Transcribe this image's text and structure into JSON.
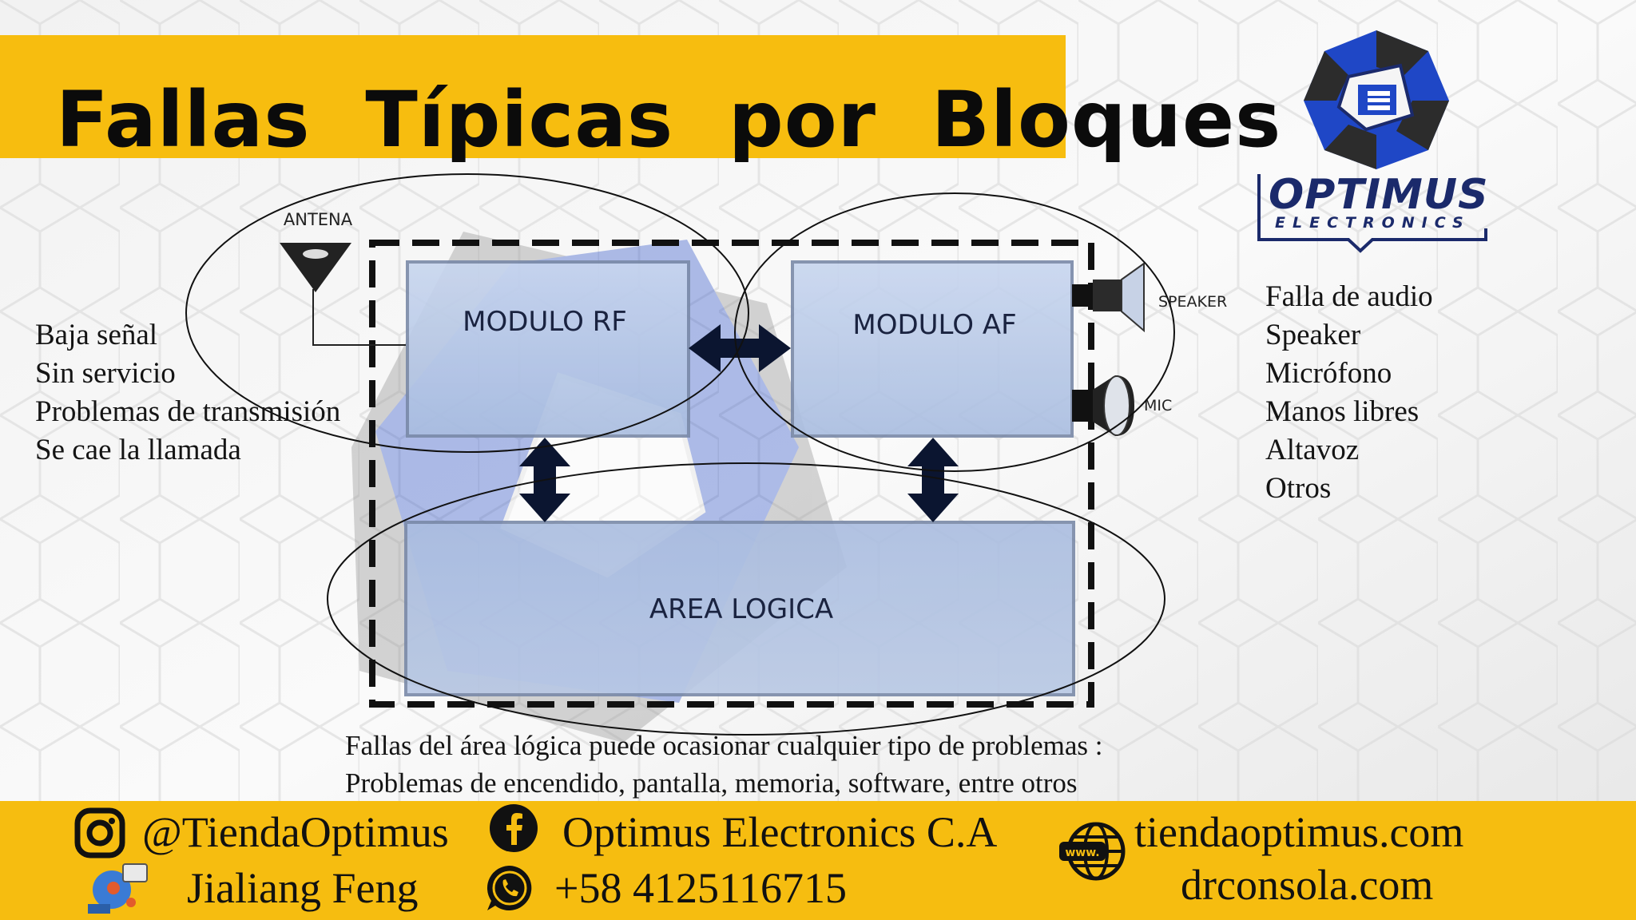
{
  "title": "Fallas  Típicas  por  Bloques",
  "logo": {
    "name": "OPTIMUS",
    "subtitle": "ELECTRONICS"
  },
  "diagram": {
    "antenna_label": "ANTENA",
    "blocks": {
      "rf": "MODULO RF",
      "af": "MODULO AF",
      "logic": "AREA LOGICA"
    },
    "speaker_label": "SPEAKER",
    "mic_label": "MIC"
  },
  "rf_faults": [
    "Baja señal",
    "Sin servicio",
    "Problemas de transmisión",
    "Se cae la llamada"
  ],
  "af_faults": [
    "Falla de audio",
    "Speaker",
    "Micrófono",
    "Manos libres",
    "Altavoz",
    "Otros"
  ],
  "logic_note": [
    "Fallas del área lógica puede ocasionar cualquier tipo de problemas :",
    "Problemas de encendido, pantalla, memoria, software, entre otros"
  ],
  "footer": {
    "instagram": "@TiendaOptimus",
    "facebook": "Optimus Electronics C.A",
    "website1": "tiendaoptimus.com",
    "name": "Jialiang Feng",
    "phone": "+58 4125116715",
    "website2": "drconsola.com"
  },
  "colors": {
    "title_bar": "#f7bd0f",
    "footer": "#f6bd10",
    "block_fill": "#b9c9e6",
    "logo_blue": "#1b2a6b"
  }
}
